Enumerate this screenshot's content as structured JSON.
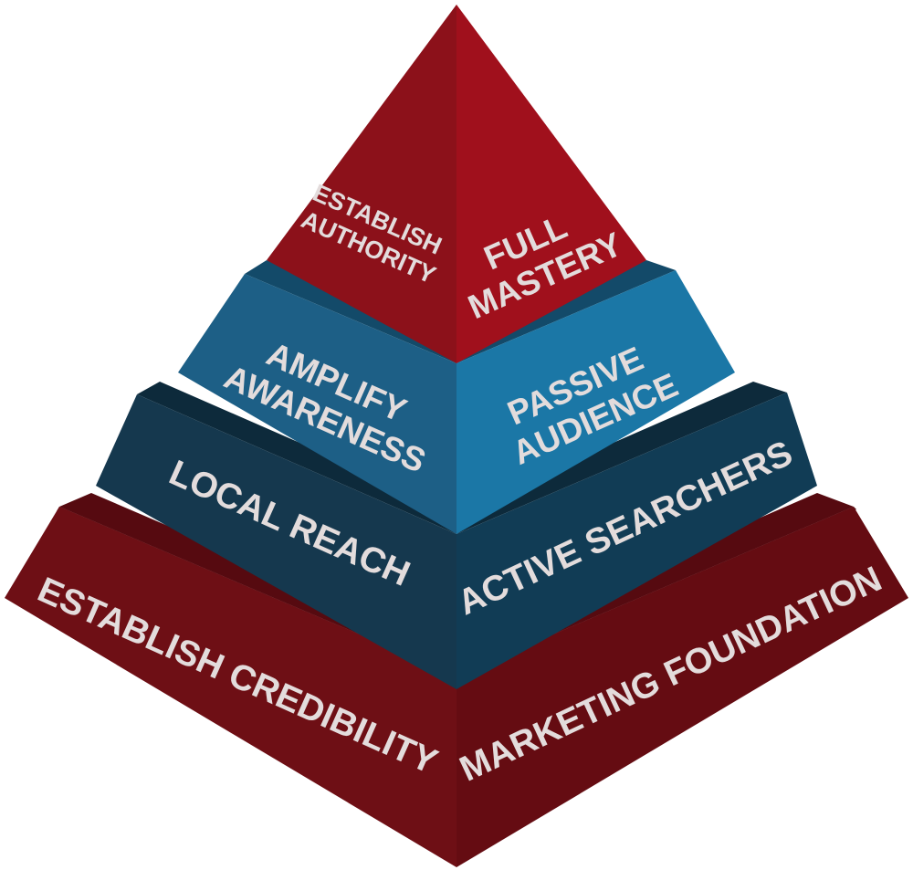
{
  "tiers": [
    {
      "id": "top",
      "left_text": [
        "ESTABLISH",
        "AUTHORITY"
      ],
      "right_text": [
        "FULL",
        "MASTERY"
      ],
      "colors": {
        "left": "#8c111a",
        "right": "#a0101c",
        "ledge": "#6e0d14",
        "ledge_edge": "#5a0a10"
      }
    },
    {
      "id": "upper-middle",
      "left_text": [
        "AMPLIFY",
        "AWARENESS"
      ],
      "right_text": [
        "PASSIVE",
        "AUDIENCE"
      ],
      "colors": {
        "left": "#1d5f86",
        "right": "#1b77a6",
        "ledge": "#134a69",
        "ledge_edge": "#0f3c56"
      }
    },
    {
      "id": "lower-middle",
      "left_text": [
        "LOCAL REACH"
      ],
      "right_text": [
        "ACTIVE SEARCHERS"
      ],
      "colors": {
        "left": "#15384e",
        "right": "#113c55",
        "ledge": "#0d2a3b",
        "ledge_edge": "#0a2130"
      }
    },
    {
      "id": "base",
      "left_text": [
        "ESTABLISH CREDIBILITY"
      ],
      "right_text": [
        "MARKETING FOUNDATION"
      ],
      "colors": {
        "left": "#6e0f15",
        "right": "#650c12",
        "ledge": "#560a10",
        "ledge_edge": "#48080d"
      }
    }
  ]
}
